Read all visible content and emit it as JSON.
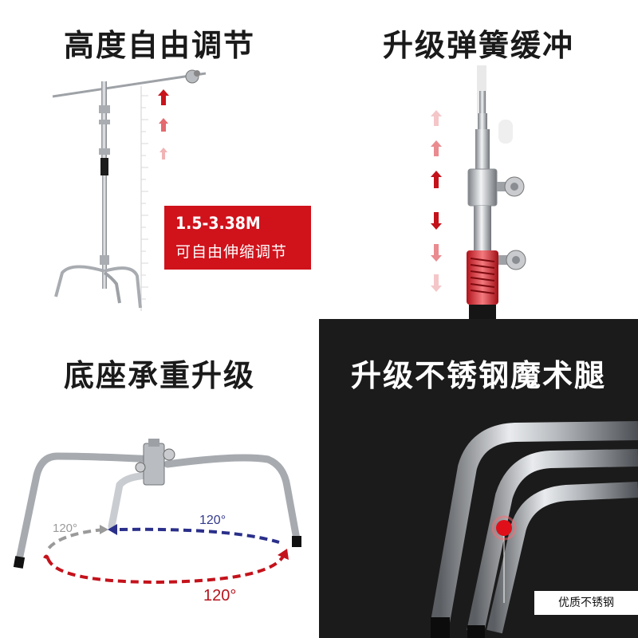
{
  "panels": [
    {
      "title": "高度自由调节",
      "spec_range": "1.5-3.38M",
      "spec_description": "可自由伸缩调节",
      "accent_color": "#d0121b"
    },
    {
      "title": "升级弹簧缓冲",
      "accent_color": "#d0121b"
    },
    {
      "title": "底座承重升级",
      "angle_labels": [
        "120°",
        "120°",
        "120°"
      ],
      "arrow_colors": {
        "left": "#9a9a9a",
        "top": "#2a2f8a",
        "bottom": "#c4121b"
      }
    },
    {
      "title": "升级不锈钢魔术腿",
      "material_label": "优质不锈钢",
      "background_color": "#1b1b1b",
      "marker_color": "#e0101a"
    }
  ]
}
